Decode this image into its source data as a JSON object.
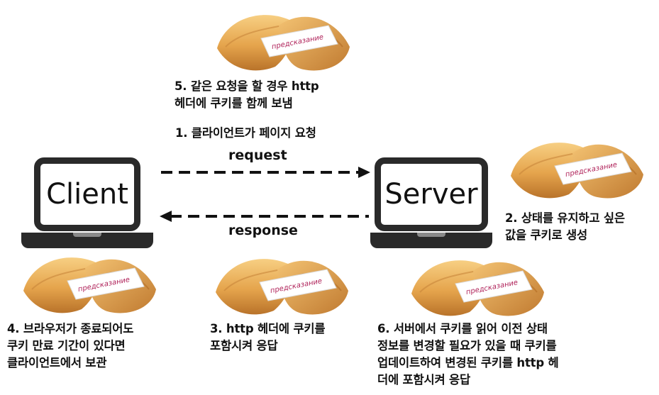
{
  "diagram": {
    "client_label": "Client",
    "server_label": "Server",
    "request_label": "request",
    "response_label": "response",
    "fortune_text": "предсказание",
    "steps": {
      "step1": "1. 클라이언트가 페이지 요청",
      "step2": "2. 상태를 유지하고 싶은\n값을 쿠키로 생성",
      "step3": "3. http 헤더에 쿠키를\n포함시켜 응답",
      "step4": "4. 브라우저가 종료되어도\n쿠키 만료 기간이 있다면\n클라이언트에서 보관",
      "step5": "5. 같은 요청을 할 경우 http\n헤더에 쿠키를 함께 보냄",
      "step6": "6. 서버에서 쿠키를 읽어 이전 상태\n정보를 변경할 필요가 있을 때 쿠키를\n업데이트하여 변경된 쿠키를 http 헤\n더에 포함시켜 응답"
    },
    "colors": {
      "laptop": "#2a2a2a",
      "arrow": "#111111",
      "cookie": "#e6a84e",
      "paper": "#ffffff",
      "fortune_ink": "#b0235a"
    }
  }
}
